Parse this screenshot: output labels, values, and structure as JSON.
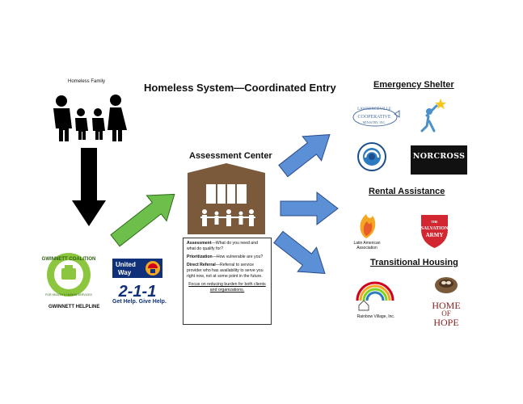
{
  "title": "Homeless System—Coordinated Entry",
  "family": {
    "label": "Homeless Family"
  },
  "assessment_center": {
    "title": "Assessment Center",
    "assessment_label": "Assessment",
    "assessment_text": "—What do you need and what do qualify for?",
    "prioritization_label": "Prioritization",
    "prioritization_text": "—How vulnerable are you?",
    "referral_label": "Direct Referral",
    "referral_text": "—Referral to service provider who has availability to serve you right now, not at some point in the future.",
    "focus": "Focus on reducing burden for both clients and organizations."
  },
  "entry_points": {
    "gwinnett_top": "GWINNETT COALITION",
    "gwinnett_sub": "FOR HEALTH & HUMAN SERVICES",
    "gwinnett_helpline": "GWINNETT HELPLINE",
    "united_way_top": "United",
    "united_way_bottom": "Way",
    "united_way_211": "2-1-1",
    "united_way_tagline": "Get Help. Give Help."
  },
  "emergency_shelter": {
    "heading": "Emergency Shelter",
    "lawrenceville_line1": "LAWRENCEVILLE",
    "lawrenceville_line2": "COOPERATIVE",
    "lawrenceville_line3": "MINISTRY, INC.",
    "norcross": "NORCROSS"
  },
  "rental_assistance": {
    "heading": "Rental Assistance",
    "latin_american": "Latin American Association",
    "salvation_army_line1": "THE",
    "salvation_army_line2": "SALVATION",
    "salvation_army_line3": "ARMY"
  },
  "transitional_housing": {
    "heading": "Transitional Housing",
    "rainbow_village": "Rainbow Village, Inc.",
    "home_line1": "HOME",
    "home_line2": "OF",
    "home_line3": "HOPE"
  },
  "colors": {
    "arrow_black": "#000000",
    "arrow_green": "#6cbf4a",
    "arrow_blue": "#5b8fd6",
    "building_brown": "#7a5a3a",
    "gwinnett_green": "#8cc63f",
    "united_way_blue": "#10307a",
    "salvation_red": "#d22630",
    "home_hope_red": "#8b1f1f"
  }
}
